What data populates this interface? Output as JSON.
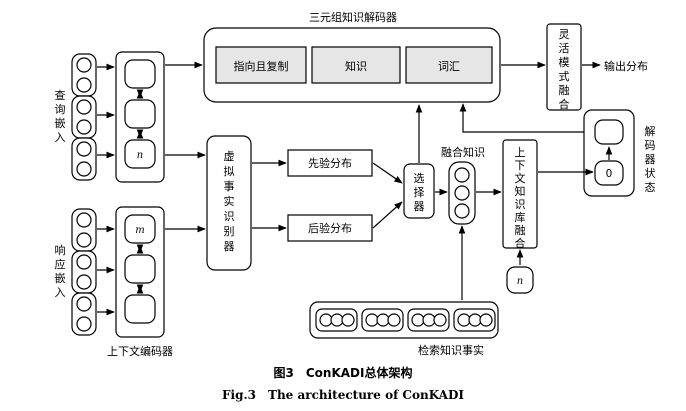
{
  "decoder": {
    "title": "三元组知识解码器",
    "copy_label": "指向且复制",
    "knowledge_label": "知识",
    "vocab_label": "词汇"
  },
  "mode_fusion": [
    "灵",
    "活",
    "模",
    "式",
    "融",
    "合"
  ],
  "output_label": "输出分布",
  "query_embed": [
    "查",
    "询",
    "嵌",
    "入"
  ],
  "response_embed": [
    "响",
    "应",
    "嵌",
    "入"
  ],
  "context_encoder_label": "上下文编码器",
  "token_n": "n",
  "token_m": "m",
  "fact_recognizer": [
    "虚",
    "拟",
    "事",
    "实",
    "识",
    "别",
    "器"
  ],
  "prior_label": "先验分布",
  "posterior_label": "后验分布",
  "selector": [
    "选",
    "择",
    "器"
  ],
  "fused_knowledge_label": "融合知识",
  "context_kb_fusion": [
    "上",
    "下",
    "文",
    "知",
    "识",
    "库",
    "融",
    "合"
  ],
  "decoder_state": [
    "解",
    "码",
    "器",
    "状",
    "态"
  ],
  "state_zero": "0",
  "retrieved_facts_label": "检索知识事实",
  "caption_cn": "图3　ConKADI总体架构",
  "caption_en": "Fig.3　The architecture of ConKADI"
}
